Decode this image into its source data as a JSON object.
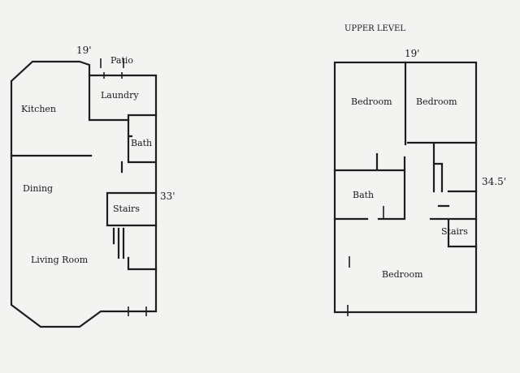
{
  "lower": {
    "width_label": "19'",
    "depth_label": "33'",
    "rooms": {
      "patio": "Patio",
      "laundry": "Laundry",
      "kitchen": "Kitchen",
      "bath": "Bath",
      "dining": "Dining",
      "stairs": "Stairs",
      "living": "Living Room"
    }
  },
  "upper": {
    "title": "UPPER LEVEL",
    "width_label": "19'",
    "depth_label": "34.5'",
    "rooms": {
      "bedroom_left": "Bedroom",
      "bedroom_right": "Bedroom",
      "bath": "Bath",
      "stairs": "Stairs",
      "bedroom_bottom": "Bedroom"
    }
  }
}
